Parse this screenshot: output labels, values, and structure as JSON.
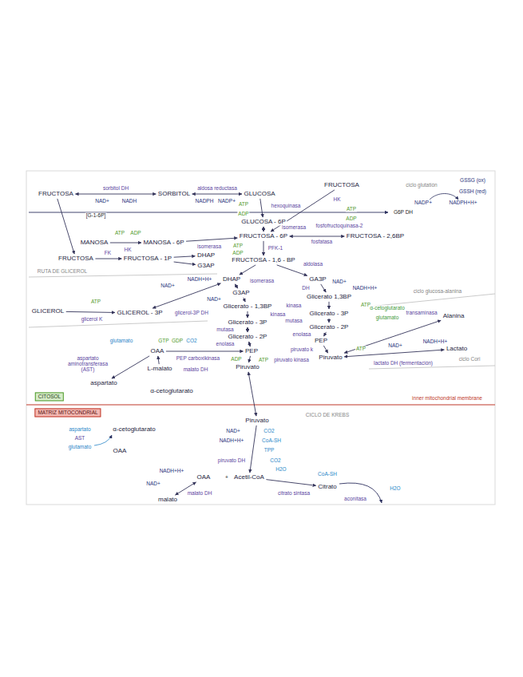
{
  "diagram": {
    "nodes": [
      {
        "text": [
          "FRUCTOSA"
        ]
      },
      {
        "text": [
          "SORBITOL"
        ]
      },
      {
        "text": [
          "GLUCOSA"
        ]
      },
      {
        "text": [
          "FRUCTOSA"
        ]
      },
      {
        "text": [
          "GLUCOSA - 6P"
        ]
      },
      {
        "text": [
          "FRUCTOSA - 6P"
        ]
      },
      {
        "text": [
          "FRUCTOSA - 2,6BP"
        ]
      },
      {
        "text": [
          "MANOSA"
        ]
      },
      {
        "text": [
          "MANOSA - 6P"
        ]
      },
      {
        "text": [
          "FRUCTOSA - 1,6 - BP"
        ]
      },
      {
        "text": [
          "FRUCTOSA"
        ]
      },
      {
        "text": [
          "FRUCTOSA - 1P"
        ]
      },
      {
        "text": [
          "DHAP"
        ]
      },
      {
        "text": [
          "G3AP"
        ]
      },
      {
        "text": [
          "DHAP"
        ]
      },
      {
        "text": [
          "G3AP"
        ]
      },
      {
        "text": [
          "GLICEROL"
        ]
      },
      {
        "text": [
          "GLICEROL - 3P"
        ]
      },
      {
        "text": [
          "Glicerato - 1,3BP"
        ]
      },
      {
        "text": [
          "Glicerato - 3P"
        ]
      },
      {
        "text": [
          "Glicerato - 2P"
        ]
      },
      {
        "text": [
          "PEP"
        ]
      },
      {
        "text": [
          "Piruvato"
        ]
      },
      {
        "text": [
          "GA3P"
        ]
      },
      {
        "text": [
          "Glicerato 1,3BP"
        ]
      },
      {
        "text": [
          "Glicerato - 3P"
        ]
      },
      {
        "text": [
          "Glicerato - 2P"
        ]
      },
      {
        "text": [
          "PEP"
        ]
      },
      {
        "text": [
          "Piruvato"
        ]
      },
      {
        "text": [
          "Alanina"
        ]
      },
      {
        "text": [
          "Lactato"
        ]
      },
      {
        "text": [
          "OAA"
        ]
      },
      {
        "text": [
          "L-malato"
        ]
      },
      {
        "text": [
          "aspartato"
        ]
      },
      {
        "text": [
          "α-cetoglutarato"
        ]
      },
      {
        "text": [
          "Piruvato"
        ]
      },
      {
        "text": [
          "α-cetoglutarato"
        ]
      },
      {
        "text": [
          "OAA"
        ]
      },
      {
        "text": [
          "OAA"
        ]
      },
      {
        "text": [
          "Acetil-CoA"
        ]
      },
      {
        "text": [
          "Citrato"
        ]
      },
      {
        "text": [
          "malato"
        ]
      },
      {
        "text": [
          "CITOSOL"
        ]
      },
      {
        "text": [
          "MATRIZ MITOCONDRIAL"
        ]
      },
      {
        "text": [
          "GSSG (ox)"
        ]
      },
      {
        "text": [
          "GSSH (red)"
        ]
      }
    ],
    "edges": [
      {
        "from": 0,
        "to": 1,
        "arrow": "both"
      },
      {
        "from": 1,
        "to": 2,
        "arrow": "both"
      },
      {
        "from": 2,
        "to": 4,
        "arrow": "to"
      },
      {
        "from": 3,
        "to": 5,
        "arrow": "to"
      },
      {
        "from": 4,
        "to": 5,
        "arrow": "both"
      },
      {
        "from": 5,
        "to": 6,
        "arrow": "both"
      },
      {
        "from": 7,
        "to": 8,
        "arrow": "to"
      },
      {
        "from": 8,
        "to": 5,
        "arrow": "to"
      },
      {
        "from": 5,
        "to": 9,
        "arrow": "to"
      },
      {
        "from": 10,
        "to": 11,
        "arrow": "to"
      },
      {
        "from": 11,
        "to": 12,
        "arrow": "to"
      },
      {
        "from": 11,
        "to": 13,
        "arrow": "to"
      },
      {
        "from": 9,
        "to": 14,
        "arrow": "to"
      },
      {
        "from": 9,
        "to": 23,
        "arrow": "to"
      },
      {
        "from": 14,
        "to": 15,
        "arrow": "both"
      },
      {
        "from": 16,
        "to": 17,
        "arrow": "to"
      },
      {
        "from": 17,
        "to": 14,
        "arrow": "both"
      },
      {
        "from": 15,
        "to": 18,
        "arrow": "to"
      },
      {
        "from": 18,
        "to": 19,
        "arrow": "to"
      },
      {
        "from": 19,
        "to": 20,
        "arrow": "both"
      },
      {
        "from": 20,
        "to": 21,
        "arrow": "both"
      },
      {
        "from": 21,
        "to": 22,
        "arrow": "to"
      },
      {
        "from": 23,
        "to": 24,
        "arrow": "to"
      },
      {
        "from": 24,
        "to": 25,
        "arrow": "to"
      },
      {
        "from": 25,
        "to": 26,
        "arrow": "to"
      },
      {
        "from": 26,
        "to": 27,
        "arrow": "to"
      },
      {
        "from": 27,
        "to": 28,
        "arrow": "to"
      },
      {
        "from": 28,
        "to": 29,
        "arrow": "both"
      },
      {
        "from": 28,
        "to": 30,
        "arrow": "both"
      },
      {
        "from": 22,
        "to": 35,
        "arrow": "both"
      },
      {
        "from": 31,
        "to": 21,
        "arrow": "to"
      },
      {
        "from": 32,
        "to": 31,
        "arrow": "to"
      },
      {
        "from": 31,
        "to": 33,
        "arrow": "to"
      },
      {
        "from": 35,
        "to": 39,
        "arrow": "to"
      },
      {
        "from": 39,
        "to": 40,
        "arrow": "to"
      },
      {
        "from": 41,
        "to": 38,
        "arrow": "both"
      },
      {
        "from": 0,
        "to": 10,
        "arrow": "to"
      }
    ],
    "labels": [
      "sorbitol DH",
      "NAD+",
      "NADH",
      "aldosa reductasa",
      "NADPH",
      "NADP+",
      "ATP",
      "ADP",
      "hexoquinasa",
      "HK",
      "ATP",
      "ADP",
      "G6P DH",
      "ciclo glutatión",
      "NADP+",
      "NADPH+H+",
      "[G-1-6P]",
      "isomerasa",
      "fosfofructoquinasa-2",
      "fosfatasa",
      "ATP",
      "ADP",
      "HK",
      "isomerasa",
      "FK",
      "ATP",
      "ADP",
      "PFK-1",
      "aldolasa",
      "RUTA DE GLICEROL",
      "ATP",
      "glicerol K",
      "NAD+",
      "NADH+H+",
      "glicerol-3P DH",
      "isomerasa",
      "NAD+",
      "kinasa",
      "mutasa",
      "enolasa",
      "ADP",
      "ATP",
      "piruvato kinasa",
      "DH",
      "NAD+",
      "NADH+H+",
      "kinasa",
      "ATP",
      "mutasa",
      "enolasa",
      "piruvato k",
      "ATP",
      "ciclo glucosa-alanina",
      "α-cetoglutarato",
      "glutamato",
      "transaminasa",
      "NAD+",
      "NADH+H+",
      "lactato DH (fermentación)",
      "ciclo Cori",
      "glutamato",
      "GTP",
      "GDP",
      "CO2",
      "PEP carboxikinasa",
      "aspartato aminotransferasa (AST)",
      "malato DH",
      "inner mitochondrial membrane",
      "CICLO DE KREBS",
      "NAD+",
      "NADH+H+",
      "CO2",
      "CoA-SH",
      "TPP",
      "piruvato DH",
      "CO2",
      "aspartato",
      "AST",
      "glutamato",
      "NADH+H+",
      "NAD+",
      "malato DH",
      "+",
      "H2O",
      "citrato sintasa",
      "CoA-SH",
      "H2O",
      "aconitasa"
    ]
  }
}
